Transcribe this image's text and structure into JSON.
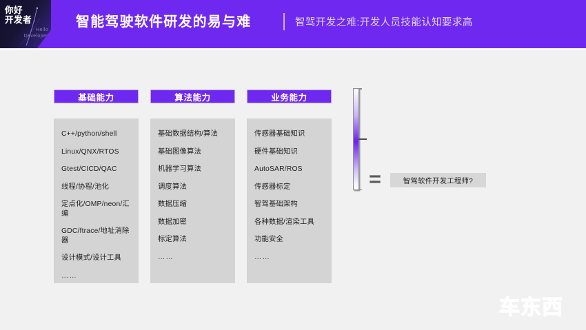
{
  "header": {
    "logo_cn": "你好\n开发者",
    "logo_en": "Hello\nDeveloper",
    "title": "智能驾驶软件研发的易与难",
    "subtitle": "智驾开发之难:开发人员技能认知要求高",
    "bg_color": "#6f28f0"
  },
  "columns": [
    {
      "header": "基础能力",
      "items": [
        "C++/python/shell",
        "Linux/QNX/RTOS",
        "Gtest/CICD/QAC",
        "线程/协程/池化",
        "定点化/OMP/neon/汇编",
        "GDC/ftrace/地址消除器",
        "设计模式/设计工具",
        "……"
      ]
    },
    {
      "header": "算法能力",
      "items": [
        "基础数据结构/算法",
        "基础图像算法",
        "机器学习算法",
        "调度算法",
        "数据压缩",
        "数据加密",
        "标定算法",
        "……"
      ]
    },
    {
      "header": "业务能力",
      "items": [
        "传感器基础知识",
        "硬件基础知识",
        "AutoSAR/ROS",
        "传感器标定",
        "智驾基础架构",
        "各种数据/渲染工具",
        "功能安全",
        "……"
      ]
    }
  ],
  "result": {
    "equals_symbol": "=",
    "label": "智驾软件开发工程师?"
  },
  "watermark": {
    "text": "车东西"
  },
  "colors": {
    "accent_purple": "#6f28f0",
    "header_border": "#b9a6f5",
    "panel_gray": "#d4d4d4",
    "page_bg": "#f1f1f1"
  }
}
